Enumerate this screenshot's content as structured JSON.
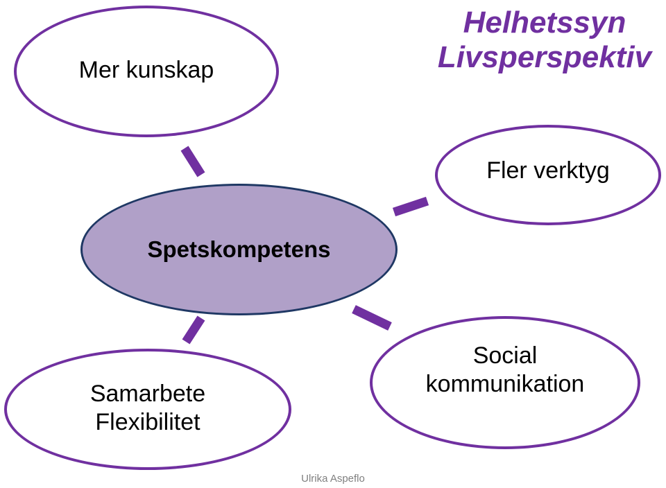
{
  "title": {
    "line1": "Helhetssyn",
    "line2": "Livsperspektiv"
  },
  "center_node": {
    "label": "Spetskompetens"
  },
  "nodes": [
    {
      "lines": [
        "Mer kunskap"
      ]
    },
    {
      "lines": [
        "Fler verktyg"
      ]
    },
    {
      "lines": [
        "Samarbete",
        "Flexibilitet"
      ]
    },
    {
      "lines": [
        "Social",
        "kommunikation"
      ]
    }
  ],
  "footer": "Ulrika Aspeflo",
  "colors": {
    "accent": "#7030a0",
    "center_fill": "#b0a0c8",
    "center_border": "#1f3864",
    "footer_text": "#7f7f7f"
  }
}
